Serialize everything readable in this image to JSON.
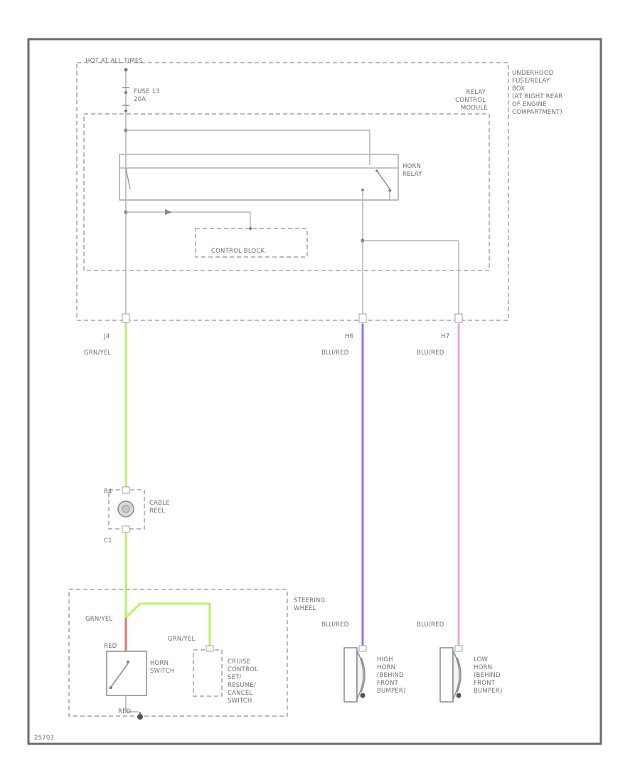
{
  "labels": {
    "hot_at_all_times": "HOT AT ALL TIMES",
    "fuse": [
      "FUSE 13",
      "20A"
    ],
    "relay_control_module": [
      "RELAY",
      "CONTROL",
      "MODULE"
    ],
    "underhood_box": [
      "UNDERHOOD",
      "FUSE/RELAY",
      "BOX",
      "(AT RIGHT REAR",
      "OF ENGINE",
      "COMPARTMENT)"
    ],
    "horn_relay": [
      "HORN",
      "RELAY"
    ],
    "control_block": "CONTROL BLOCK",
    "connectors": {
      "j4": "J4",
      "h6": "H6",
      "h7": "H7",
      "b4": "B4",
      "c1": "C1"
    },
    "wire_left": "GRN/YEL",
    "wire_mid": "BLU/RED",
    "wire_right": "BLU/RED",
    "cable_reel": [
      "CABLE",
      "REEL"
    ],
    "steering_wheel": [
      "STEERING",
      "WHEEL"
    ],
    "sw_grn_yel_1": "GRN/YEL",
    "sw_grn_yel_2": "GRN/YEL",
    "sw_red": "RED",
    "sw_red_bottom": "RED",
    "horn_switch": [
      "HORN",
      "SWITCH"
    ],
    "cruise_switch": [
      "CRUISE",
      "CONTROL",
      "SET/",
      "RESUME/",
      "CANCEL",
      "SWITCH"
    ],
    "blu_red_high": "BLU/RED",
    "blu_red_low": "BLU/RED",
    "high_horn": [
      "HIGH",
      "HORN",
      "(BEHIND",
      "FRONT",
      "BUMPER)"
    ],
    "low_horn": [
      "LOW",
      "HORN",
      "(BEHIND",
      "FRONT",
      "BUMPER)"
    ],
    "figure_id": "25703"
  },
  "colors": {
    "wire_grn_yel": "#b6f26a",
    "wire_high_horn": "#9a6fe8",
    "wire_low_horn": "#e6a8ea",
    "wire_red": "#f07070"
  }
}
